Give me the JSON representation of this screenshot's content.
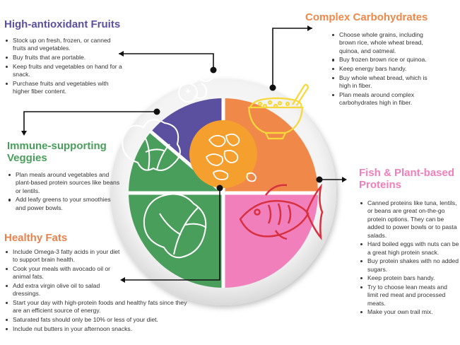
{
  "colors": {
    "fruits": "#5b4fa0",
    "carbs": "#f0884a",
    "veggies": "#4a9e5c",
    "fish": "#f07fbb",
    "fats_title": "#e8824d",
    "center": "#f5a02e",
    "line_art": "#ffffff",
    "carb_icon": "#f7d83a",
    "fish_icon": "#d93040"
  },
  "sections": {
    "fruits": {
      "title": "High-antioxidant Fruits",
      "items": [
        "Stock up on fresh, frozen, or canned fruits and vegetables.",
        "Buy fruits that are portable.",
        "Keep fruits and vegetables on hand for a snack.",
        "Purchase fruits and vegetables with higher fiber content."
      ]
    },
    "carbs": {
      "title": "Complex Carbohydrates",
      "items": [
        "Choose whole grains, including brown rice, whole wheat bread, quinoa, and oatmeal.",
        "Buy frozen brown rice or quinoa.",
        "Keep energy bars handy.",
        "Buy whole wheat bread, which is high in fiber.",
        "Plan meals around complex carbohydrates high in fiber."
      ]
    },
    "veggies": {
      "title_line1": "Immune-supporting",
      "title_line2": "Veggies",
      "items": [
        "Plan meals around vegetables and plant-based protein sources like beans or lentils.",
        "Add leafy greens to your smoothies and power bowls."
      ]
    },
    "fish": {
      "title_line1": "Fish & Plant-based",
      "title_line2": "Proteins",
      "items": [
        "Canned proteins like tuna, lentils, or beans are great on-the-go protein options. They can be added to power bowls or to pasta salads.",
        "Hard boiled eggs with nuts can be a great high protein snack.",
        "Buy protein shakes with no added sugars.",
        "Keep protein bars handy.",
        "Try to choose lean meats and limit red meat and processed meats.",
        "Make your own trail mix."
      ]
    },
    "fats": {
      "title": "Healthy Fats",
      "items": [
        "Include Omega-3 fatty acids in your diet to support brain health.",
        "Cook your meals with avocado oil or animal fats.",
        "Add extra virgin olive oil to salad dressings.",
        "Start your day with high-protein foods and healthy fats since they are an efficient source of energy.",
        "Saturated fats should only be 10% or less of your diet.",
        "Include nut butters in your afternoon snacks."
      ]
    }
  }
}
